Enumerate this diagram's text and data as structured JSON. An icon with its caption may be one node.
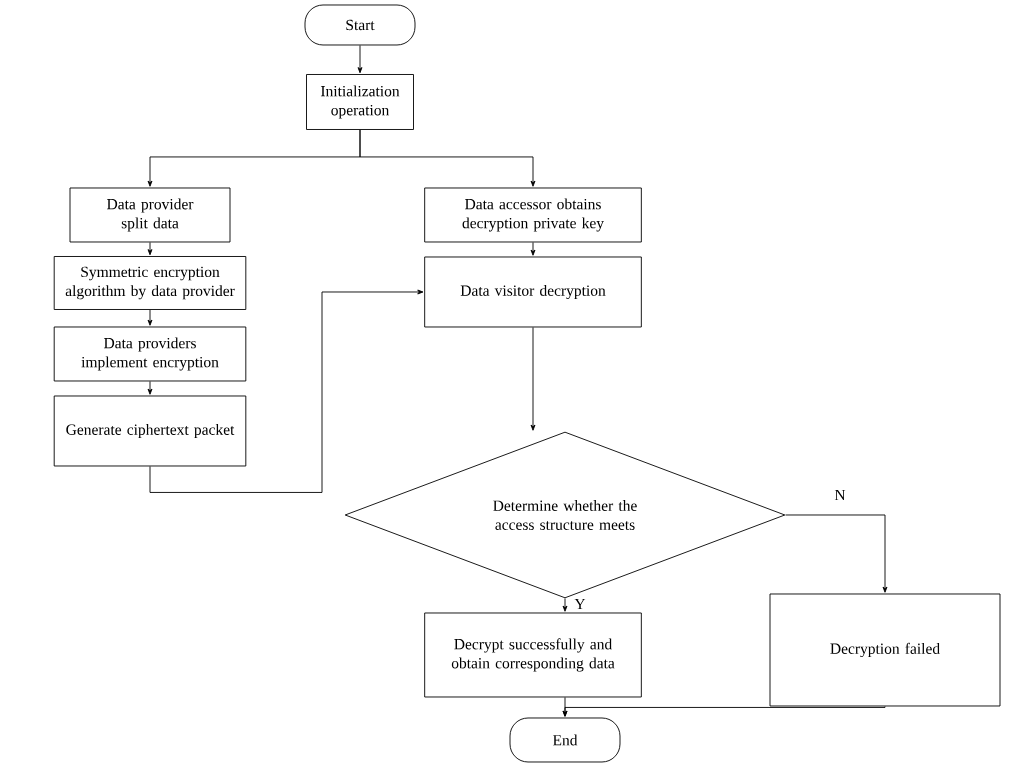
{
  "diagram": {
    "nodes": [
      {
        "text": [
          "Start"
        ]
      },
      {
        "text": [
          "Initialization operation"
        ]
      },
      {
        "text": [
          "Data provider split data"
        ]
      },
      {
        "text": [
          "Symmetric encryption algorithm by data provider"
        ]
      },
      {
        "text": [
          "Data providers implement encryption"
        ]
      },
      {
        "text": [
          "Generate ciphertext packet"
        ]
      },
      {
        "text": [
          "Data accessor obtains decryption private key"
        ]
      },
      {
        "text": [
          "Data visitor decryption"
        ]
      },
      {
        "text": [
          "Determine whether the access structure meets"
        ]
      },
      {
        "text": [
          "Decrypt successfully and obtain corresponding data"
        ]
      },
      {
        "text": [
          "Decryption failed"
        ]
      },
      {
        "text": [
          "End"
        ]
      }
    ],
    "edges": [
      {
        "from": 0,
        "to": 1,
        "arrow": "to"
      },
      {
        "from": 1,
        "to": 2,
        "arrow": "to"
      },
      {
        "from": 1,
        "to": 6,
        "arrow": "to"
      },
      {
        "from": 2,
        "to": 3,
        "arrow": "to"
      },
      {
        "from": 3,
        "to": 4,
        "arrow": "to"
      },
      {
        "from": 4,
        "to": 5,
        "arrow": "to"
      },
      {
        "from": 5,
        "to": 7,
        "arrow": "to"
      },
      {
        "from": 6,
        "to": 7,
        "arrow": "to"
      },
      {
        "from": 7,
        "to": 8,
        "arrow": "to"
      },
      {
        "from": 8,
        "to": 9,
        "arrow": "to",
        "label": "Y"
      },
      {
        "from": 8,
        "to": 10,
        "arrow": "to",
        "label": "N"
      },
      {
        "from": 9,
        "to": 11,
        "arrow": "to"
      },
      {
        "from": 10,
        "to": 11,
        "arrow": "to"
      }
    ]
  }
}
